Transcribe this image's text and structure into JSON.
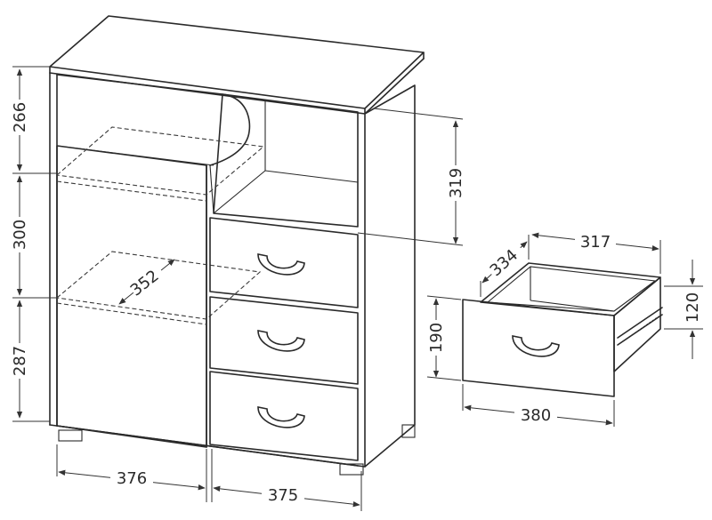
{
  "dimensions": {
    "top_compartment_height": "266",
    "middle_compartment_height": "300",
    "bottom_compartment_height": "287",
    "open_shelf_height": "319",
    "shelf_depth": "352",
    "left_section_width": "376",
    "right_section_width": "375",
    "drawer_inner_depth": "334",
    "drawer_inner_width": "317",
    "drawer_front_height": "190",
    "drawer_side_height": "120",
    "drawer_front_width": "380"
  }
}
